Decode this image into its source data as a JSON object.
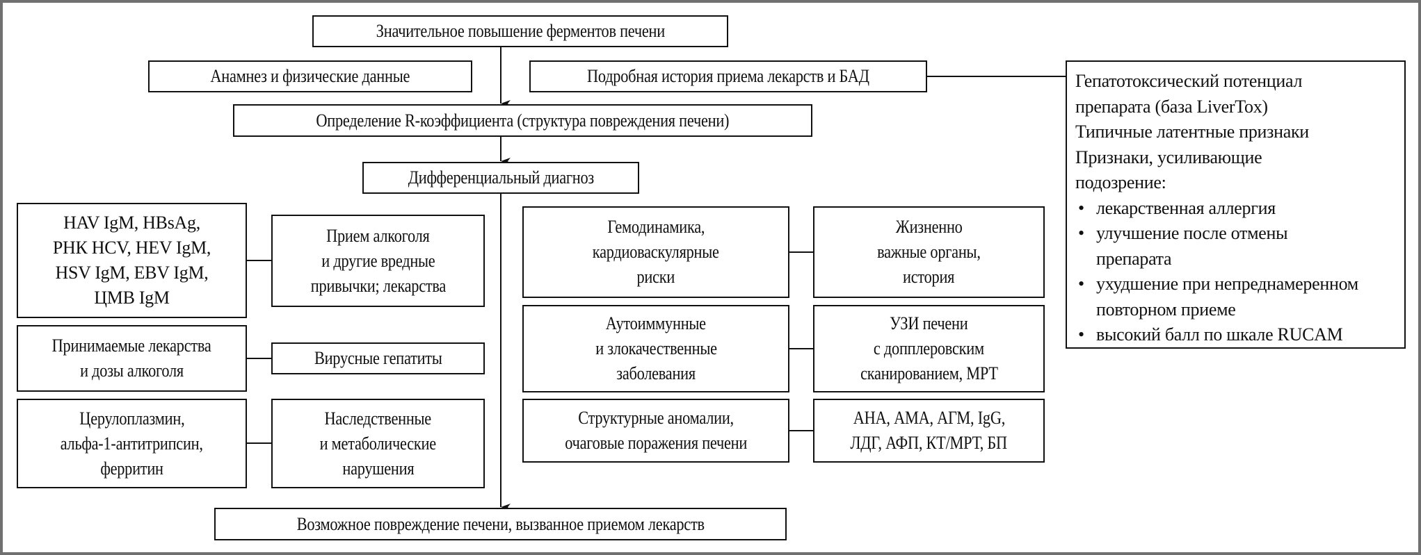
{
  "diagram": {
    "start": "Значительное повышение ферментов печени",
    "anamnesis": "Анамнез и физические данные",
    "drug_history": "Подробная история приема лекарств и БАД",
    "r_ratio": "Определение R-коэффициента (структура повреждения печени)",
    "differential": "Дифференциальный диагноз",
    "result": "Возможное повреждение печени, вызванное приемом лекарств",
    "hepatotox_panel": {
      "lines": [
        "Гепатотоксический потенциал",
        "препарата (база LiverTox)",
        "Типичные латентные признаки",
        "Признаки, усиливающие",
        "подозрение:"
      ],
      "bullets": [
        {
          "lines": [
            "лекарственная аллергия"
          ]
        },
        {
          "lines": [
            "улучшение после отмены",
            "препарата"
          ]
        },
        {
          "lines": [
            "ухудшение при непреднамеренном",
            "повторном приеме"
          ]
        },
        {
          "lines": [
            "высокий балл по шкале RUCAM"
          ]
        }
      ],
      "bullet_glyph": "•"
    },
    "left_pairs": [
      {
        "test": [
          "HAV IgM, HBsAg,",
          "РНК HCV, HEV IgM,",
          "HSV IgM, EBV IgM,",
          "ЦМВ IgM"
        ],
        "cause": [
          "Прием алкоголя",
          "и другие вредные",
          "привычки; лекарства"
        ]
      },
      {
        "test": [
          "Принимаемые лекарства",
          "и дозы алкоголя"
        ],
        "cause": [
          "Вирусные гепатиты"
        ]
      },
      {
        "test": [
          "Церулоплазмин,",
          "альфа-1-антитрипсин,",
          "ферритин"
        ],
        "cause": [
          "Наследственные",
          "и метаболические",
          "нарушения"
        ]
      }
    ],
    "right_pairs": [
      {
        "cause": [
          "Гемодинамика,",
          "кардиоваскулярные",
          "риски"
        ],
        "test": [
          "Жизненно",
          "важные органы,",
          "история"
        ]
      },
      {
        "cause": [
          "Аутоиммунные",
          "и злокачественные",
          "заболевания"
        ],
        "test": [
          "УЗИ печени",
          "с допплеровским",
          "сканированием, МРТ"
        ]
      },
      {
        "cause": [
          "Структурные аномалии,",
          "очаговые поражения печени"
        ],
        "test": [
          "АНА, АМА, АГМ, IgG,",
          "ЛДГ, АФП, КТ/МРТ, БП"
        ]
      }
    ]
  },
  "colors": {
    "line": "#111111",
    "frame": "#707070",
    "background": "#ffffff"
  }
}
